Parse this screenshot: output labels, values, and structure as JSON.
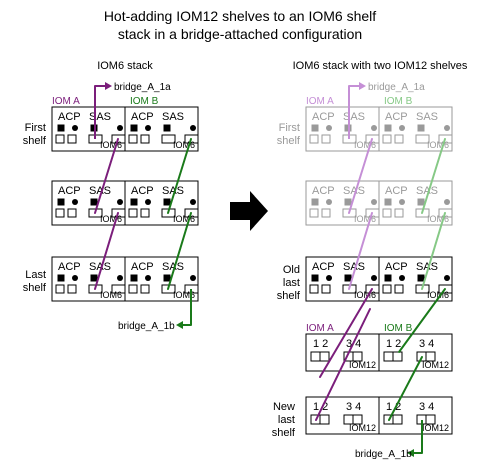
{
  "title": {
    "line1": "Hot-adding IOM12 shelves to an IOM6 shelf",
    "line2": "stack in a bridge-attached configuration"
  },
  "left": {
    "heading": "IOM6 stack",
    "iom_a_label": "IOM A",
    "iom_b_label": "IOM B",
    "bridge_top": "bridge_A_1a",
    "bridge_bottom": "bridge_A_1b",
    "shelf_labels": {
      "first": [
        "First",
        "shelf"
      ],
      "last": [
        "Last",
        "shelf"
      ]
    }
  },
  "right": {
    "heading": "IOM6 stack with two IOM12 shelves",
    "iom6_a_label": "IOM A",
    "iom6_b_label": "IOM B",
    "iom12_a_label": "IOM A",
    "iom12_b_label": "IOM B",
    "bridge_top": "bridge_A_1a",
    "bridge_bottom": "bridge_A_1b",
    "shelf_labels": {
      "first": [
        "First",
        "shelf"
      ],
      "old_last": [
        "Old",
        "last",
        "shelf"
      ],
      "new_last": [
        "New",
        "last",
        "shelf"
      ]
    }
  },
  "module_labels": {
    "acp": "ACP",
    "sas": "SAS",
    "iom6": "IOM6",
    "iom12": "IOM12",
    "ports_12": "1 2",
    "ports_34": "3 4"
  },
  "colors": {
    "purple": "#7b1e7b",
    "green": "#1a7a1a",
    "purple_faded": "#c58fd6",
    "green_faded": "#86c986",
    "faded_gray": "#9a9a9a",
    "black": "#000000"
  },
  "arrow_icon": "right-arrow-icon"
}
